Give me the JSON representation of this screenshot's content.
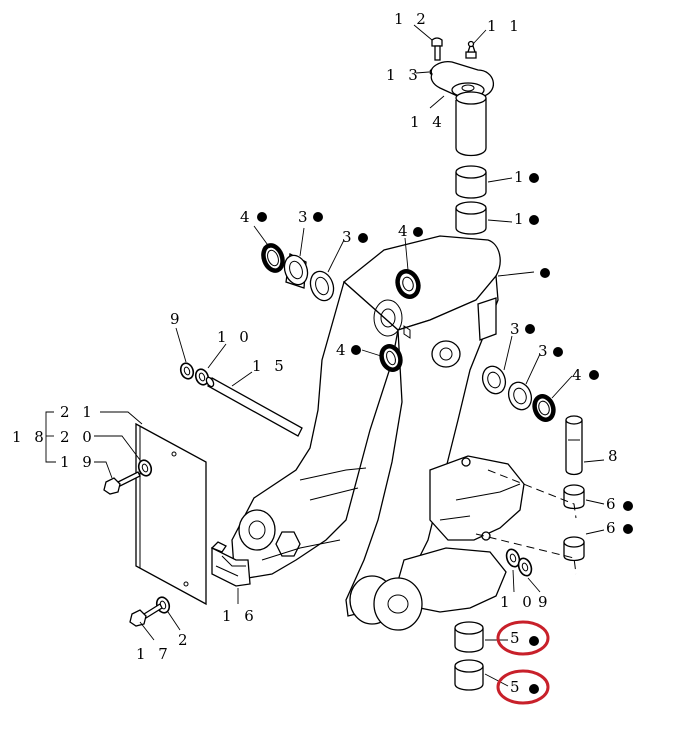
{
  "callouts": [
    {
      "id": "c12",
      "text": "1 2",
      "dot": false
    },
    {
      "id": "c11",
      "text": "1 1",
      "dot": false
    },
    {
      "id": "c13",
      "text": "1 3",
      "dot": false
    },
    {
      "id": "c14",
      "text": "1 4",
      "dot": false
    },
    {
      "id": "c1a",
      "text": "1",
      "dot": true
    },
    {
      "id": "c1b",
      "text": "1",
      "dot": true
    },
    {
      "id": "c4a",
      "text": "4",
      "dot": true
    },
    {
      "id": "c3a",
      "text": "3",
      "dot": true
    },
    {
      "id": "c3b",
      "text": "3",
      "dot": true
    },
    {
      "id": "c4b",
      "text": "4",
      "dot": true
    },
    {
      "id": "cframe",
      "text": "",
      "dot": true
    },
    {
      "id": "c9a",
      "text": "9",
      "dot": false
    },
    {
      "id": "c10a",
      "text": "1 0",
      "dot": false
    },
    {
      "id": "c15",
      "text": "1 5",
      "dot": false
    },
    {
      "id": "c4c",
      "text": "4",
      "dot": true
    },
    {
      "id": "c3c",
      "text": "3",
      "dot": true
    },
    {
      "id": "c3d",
      "text": "3",
      "dot": true
    },
    {
      "id": "c4d",
      "text": "4",
      "dot": true
    },
    {
      "id": "c21",
      "text": "2 1",
      "dot": false
    },
    {
      "id": "c18",
      "text": "1 8",
      "dot": false
    },
    {
      "id": "c20",
      "text": "2 0",
      "dot": false
    },
    {
      "id": "c19",
      "text": "1 9",
      "dot": false
    },
    {
      "id": "c8",
      "text": "8",
      "dot": false
    },
    {
      "id": "c6a",
      "text": "6",
      "dot": true
    },
    {
      "id": "c6b",
      "text": "6",
      "dot": true
    },
    {
      "id": "c16",
      "text": "1 6",
      "dot": false
    },
    {
      "id": "c10b",
      "text": "1 0",
      "dot": false
    },
    {
      "id": "c9b",
      "text": "9",
      "dot": false
    },
    {
      "id": "c17",
      "text": "1 7",
      "dot": false
    },
    {
      "id": "c2",
      "text": "2",
      "dot": false
    },
    {
      "id": "c5a",
      "text": "5",
      "dot": true
    },
    {
      "id": "c5b",
      "text": "5",
      "dot": true
    }
  ],
  "highlight_color": "#c8202a",
  "line_color": "#000000"
}
